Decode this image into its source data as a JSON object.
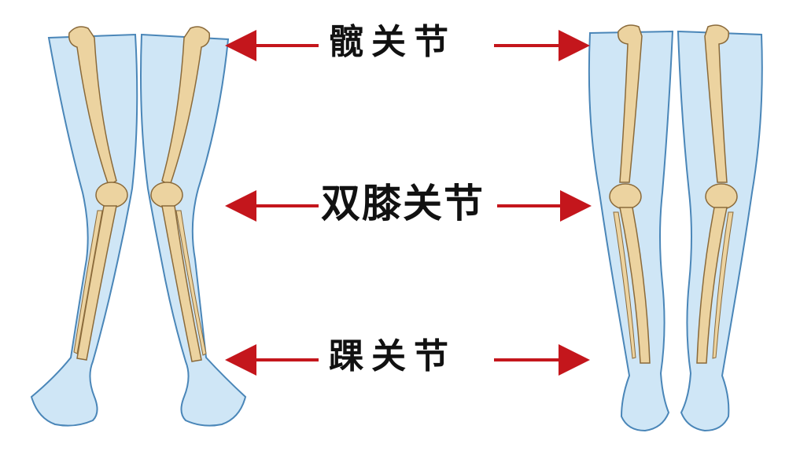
{
  "labels": {
    "hip": "髋关节",
    "knee": "双膝关节",
    "ankle": "踝关节"
  },
  "colors": {
    "skin": "#cfe6f6",
    "skin_outline": "#4a86b8",
    "bone": "#ecd3a0",
    "bone_outline": "#8a6a3a",
    "arrow": "#c4161c",
    "text": "#111111"
  },
  "figures": {
    "left": "knock-knee",
    "right": "bow-leg"
  }
}
